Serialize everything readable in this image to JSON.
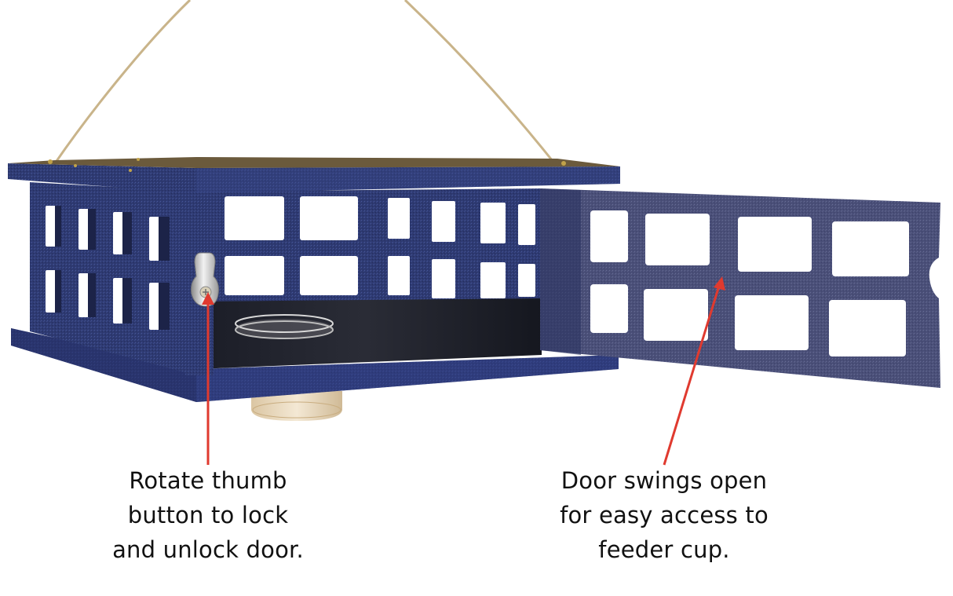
{
  "image": {
    "subject": "bird feeder with open side door",
    "background_color": "#ffffff",
    "feeder_color": "#2b3566",
    "feeder_color_dark": "#1c2348",
    "feeder_color_light": "#3a4a8c",
    "floor_color": "#15171f",
    "cable_color": "#c9b48a",
    "hardware_color": "#c0a24a",
    "cup_color": "#e8d6b8",
    "arrow_color": "#e03a2f"
  },
  "annotations": [
    {
      "id": "thumb-button",
      "target": "thumb button latch",
      "lines": [
        "Rotate thumb",
        "button to lock",
        "and unlock door."
      ]
    },
    {
      "id": "door",
      "target": "swinging door",
      "lines": [
        "Door swings open",
        "for easy access to",
        "feeder cup."
      ]
    }
  ]
}
